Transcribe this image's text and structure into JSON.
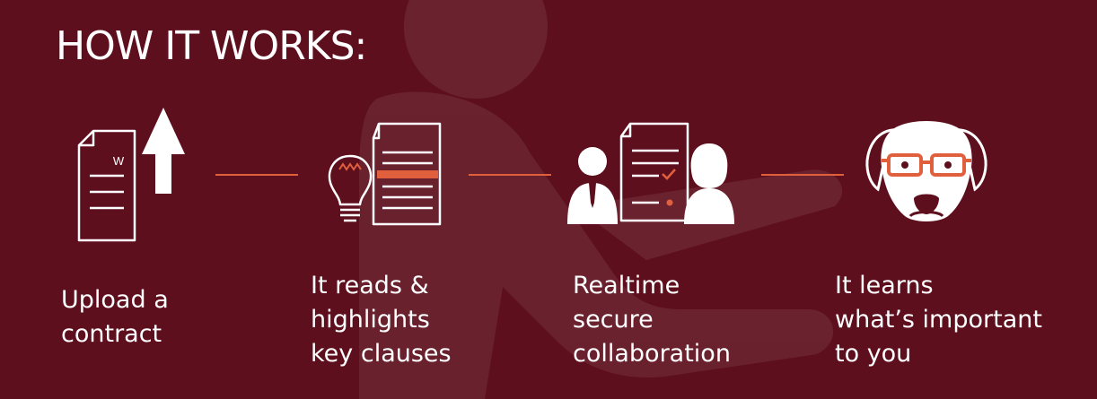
{
  "title": "HOW IT WORKS:",
  "colors": {
    "background": "#5e0f1d",
    "text": "#ffffff",
    "accent": "#e0603e",
    "glasses": "#e0603e"
  },
  "steps": [
    {
      "icon": "document-upload-icon",
      "doc_mark": "W",
      "label_lines": [
        "Upload a",
        "contract"
      ]
    },
    {
      "icon": "lightbulb-highlight-icon",
      "label_lines": [
        "It reads &",
        "highlights",
        "key clauses"
      ]
    },
    {
      "icon": "collaboration-icon",
      "label_lines": [
        "Realtime",
        "secure",
        "collaboration"
      ]
    },
    {
      "icon": "dog-with-glasses-icon",
      "label_lines": [
        "It learns",
        "what’s important",
        "to you"
      ]
    }
  ]
}
